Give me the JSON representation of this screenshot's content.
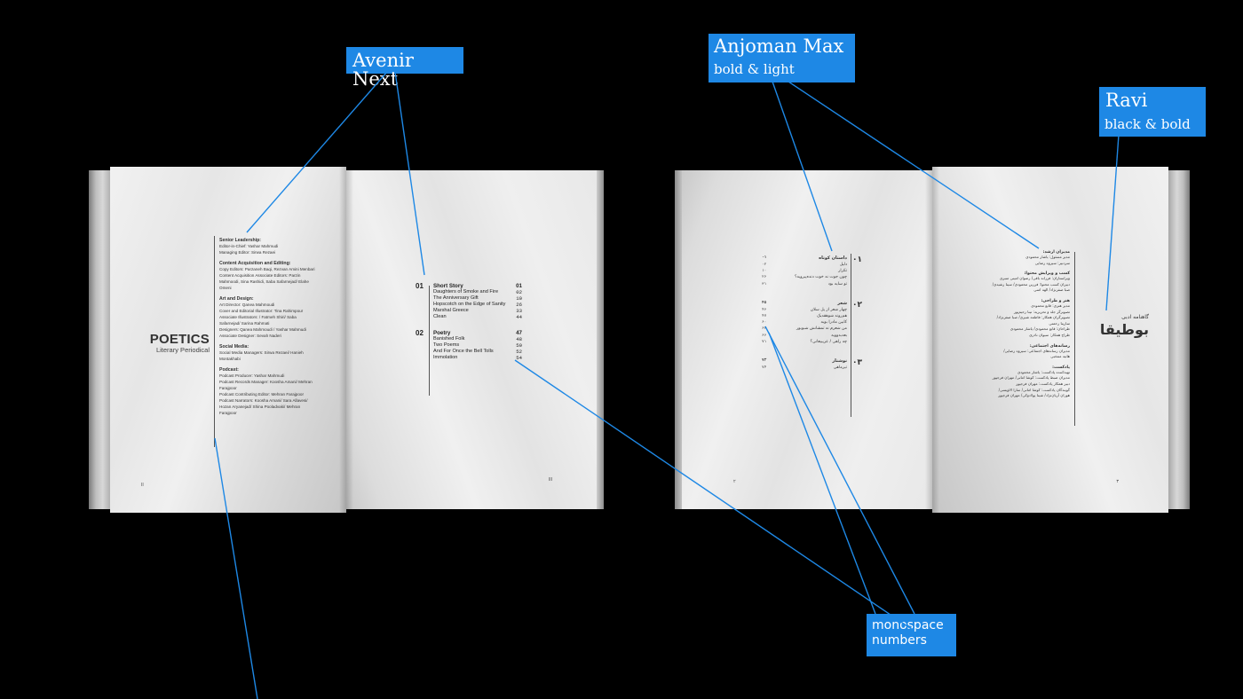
{
  "labels": {
    "avenir": {
      "line1": "Avenir Next"
    },
    "anjoman": {
      "line1": "Anjoman Max",
      "line2": "bold & light"
    },
    "ravi": {
      "line1": "Ravi",
      "line2": "black & bold"
    },
    "mono": {
      "line1": "monospace",
      "line2": "numbers"
    }
  },
  "colors": {
    "accent": "#1e88e5",
    "background": "#000000",
    "page": "#e4e4e4"
  },
  "english_book": {
    "title": "POETICS",
    "subtitle": "Literary Periodical",
    "masthead": [
      {
        "heading": "Senior Leadership:",
        "rows": [
          "Editor-in-Chief: Yashar Mahmudi",
          "Managing Editor: Sirwa Rezaei"
        ]
      },
      {
        "heading": "Content Acquisition and Editing:",
        "rows": [
          "Copy Editors: Parzaneh Baqi, Rezvan Amini Menbari",
          "Content Acquisition Associate Editors: Parzin",
          "Mahmoodi, Sina Rashidi, Saba Safarnejad/ Elahe",
          "Omeni"
        ]
      },
      {
        "heading": "Art and Design:",
        "rows": [
          "Art Director: Qanea Mahmoudi",
          "Cover and Editorial Illustrator: Tina Rahimpour",
          "Associate Illustrators: / Fatmeh Shiri/ Saba",
          "Safarnejad/ Sarina Rahmati",
          "Designers: Qanea Mahmoudi / Yashar Mahmudi",
          "Associate Designer: Sevah Naderi"
        ]
      },
      {
        "heading": "Social Media:",
        "rows": [
          "Social Media Managers: Sirwa Rezaei/ Hanieh",
          "Montakhabi"
        ]
      },
      {
        "heading": "Podcast:",
        "rows": [
          "Podcast Producer: Yashar Mahmudi",
          "Podcast Records Manager: Koosha Amani/ Mehran",
          "Farajpoor",
          "Podcast Contributing Editor: Mehran Farajpoor",
          "Podcast Narrators: Koosha Amani/ Sara Allavesi/",
          "Hozan Aryanejad/ Shina Pooladvaki/ Mehran",
          "Farajpoor"
        ]
      }
    ],
    "left_page_number": "II",
    "right_page_number": "III",
    "toc": [
      {
        "number": "01",
        "title": "Short Story",
        "page": "01",
        "items": [
          {
            "title": "Daughters of Smoke and Fire",
            "page": "02"
          },
          {
            "title": "The Anniversary Gift",
            "page": "10"
          },
          {
            "title": "Hopscotch on the Edge of Sanity",
            "page": "26"
          },
          {
            "title": "Marshal Greece",
            "page": "33"
          },
          {
            "title": "Clean",
            "page": "44"
          }
        ]
      },
      {
        "number": "02",
        "title": "Poetry",
        "page": "47",
        "items": [
          {
            "title": "Banished Folk",
            "page": "48"
          },
          {
            "title": "Two Poems",
            "page": "50"
          },
          {
            "title": "And For Once the Bell Tolls",
            "page": "52"
          },
          {
            "title": "Immolation",
            "page": "54"
          }
        ]
      }
    ]
  },
  "persian_book": {
    "title": "بوطیقا",
    "subtitle": "گاهنامه ادبی",
    "masthead": [
      {
        "heading": "مدیران ارشد:",
        "rows": [
          "مدیر مسئول: یاشار محمودی",
          "سردبیر: سیروه رضایی"
        ]
      },
      {
        "heading": "کسب و ویرایش محتوا:",
        "rows": [
          "ویراستاران: فرزانه باقی/ رضوان امینی منبری",
          "دبیران کسب محتوا: فرزین محمودی/ سینا رشیدی/",
          "صبا صفرنژاد/ الهه امنی"
        ]
      },
      {
        "heading": "هنر و طراحی:",
        "rows": [
          "مدیر هنری: قانع محمودی",
          "تصویرگر جلد و تحریریه: تینا رحیم‌پور",
          "تصویرگران همکار: فاطمه شیری/ صبا صفرنژاد/",
          "سارینا رحمتی",
          "طراحان: قانع محمودی/ یاشار محمودی",
          "طراح همکار: سیوان نادری"
        ]
      },
      {
        "heading": "رسانه‌های اجتماعی:",
        "rows": [
          "مدیران رسانه‌های اجتماعی: سیروه رضایی/",
          "هانیه منتخبی"
        ]
      },
      {
        "heading": "پادکست:",
        "rows": [
          "تهیه‌کننده پادکست: یاشار محمودی",
          "مدیران ضبط پادکست: کوشا امانی/ مهران فرجپور",
          "دبیر همکار پادکست: مهران فرجپور",
          "گویندگان پادکست: کوشا امانی/ سارا الاویسی/",
          "هوزان آریان‌نژاد/ شینا پولادوکی/ مهران فرجپور"
        ]
      }
    ],
    "left_page_number": "۲",
    "right_page_number": "۳",
    "toc": [
      {
        "number": "۰۱",
        "title": "داستان کوتاه",
        "page": "۰۱",
        "items": [
          {
            "title": "دلیل",
            "page": "۰۲"
          },
          {
            "title": "تکرار",
            "page": "۱۰"
          },
          {
            "title": "چون جوت نه خوت دنده‌پیرویه؟",
            "page": "۲۶"
          },
          {
            "title": "تو سایه بود",
            "page": "۳۱"
          }
        ]
      },
      {
        "number": "۰۲",
        "title": "شعر",
        "page": "۴۵",
        "items": [
          {
            "title": "چهار شعر از پل سلان",
            "page": "۴۶"
          },
          {
            "title": "هم‌روند شوهقدیک",
            "page": "۴۷"
          },
          {
            "title": "کابین مادرا بوبه",
            "page": "۶۰"
          },
          {
            "title": "من شعرم نه تمشانش شبوبور",
            "page": "۶۲"
          },
          {
            "title": "بعدبدوویه",
            "page": "۶۶"
          },
          {
            "title": "چه راهی / عریبیعانی؟",
            "page": "۷۱"
          }
        ]
      },
      {
        "number": "۰۳",
        "title": "نوشتار",
        "page": "۷۳",
        "items": [
          {
            "title": "تیرماهی",
            "page": "۷۴"
          }
        ]
      }
    ]
  }
}
